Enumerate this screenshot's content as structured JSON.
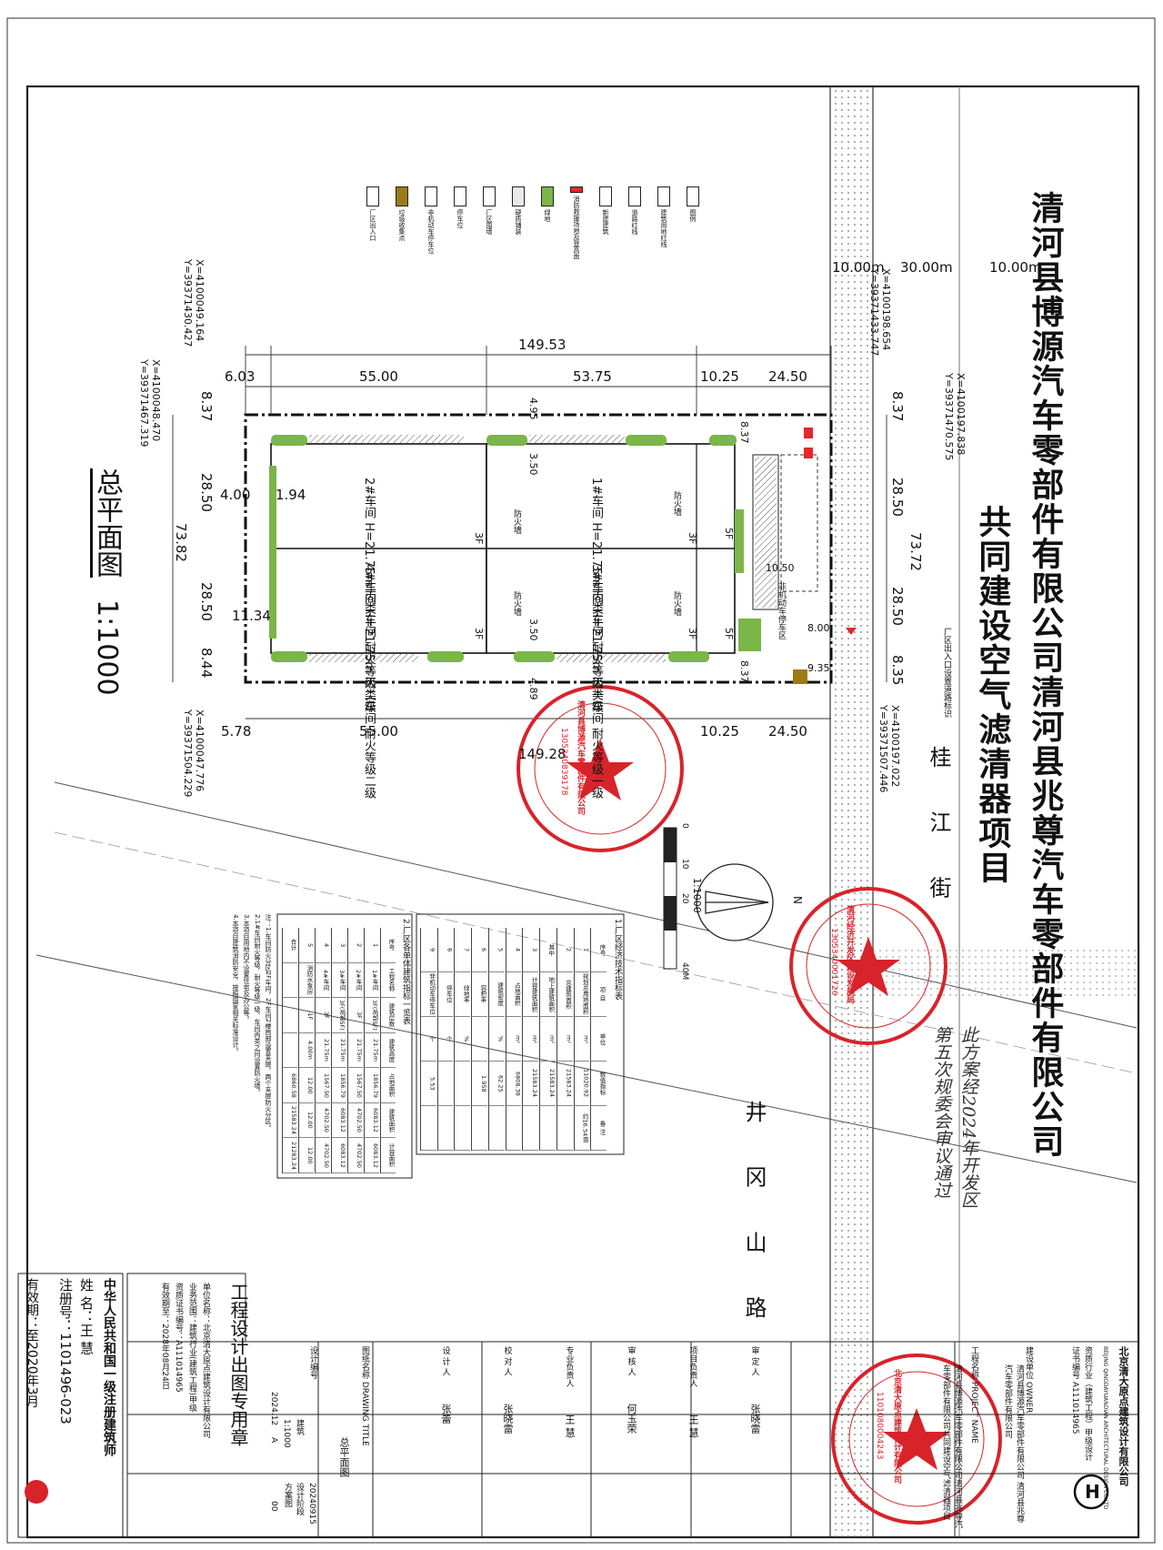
{
  "title": {
    "company_line": "清河县博源汽车零部件有限公司清河县兆尊汽车零部件有限公司",
    "project_line": "共同建设空气滤清器项目"
  },
  "plan_title": "总平面图",
  "plan_scale": "1:1000",
  "legend": {
    "items": [
      {
        "label": "图例",
        "swatch": "#ffffff"
      },
      {
        "label": "建筑用地红线",
        "swatch": "#ffffff"
      },
      {
        "label": "道路红线",
        "swatch": "#ffffff"
      },
      {
        "label": "新建建筑",
        "swatch": "#ffffff"
      },
      {
        "label": "消防救援场地及登高面",
        "swatch": "#e8262d"
      },
      {
        "label": "绿地",
        "swatch": "#7ab648"
      },
      {
        "label": "硬质铺装",
        "swatch": "#e9e9e9"
      },
      {
        "label": "厂区围墙",
        "swatch": "#ffffff"
      },
      {
        "label": "停车位",
        "swatch": "#ffffff"
      },
      {
        "label": "非机动车停车位",
        "swatch": "#ffffff"
      },
      {
        "label": "垃圾收集点",
        "swatch": "#9b7b14"
      },
      {
        "label": "厂区出入口",
        "swatch": "#ffffff"
      }
    ]
  },
  "road_widths": [
    "10.00m",
    "30.00m",
    "10.00m"
  ],
  "coordinates": [
    "X=4100198.654",
    "Y=39371433.747",
    "X=4100197.838",
    "Y=39371470.575",
    "X=4100049.164",
    "Y=39371430.427",
    "X=4100048.470",
    "Y=39371467.319",
    "X=4100047.776",
    "Y=39371504.229",
    "X=4100197.022",
    "Y=39371507.446"
  ],
  "dimensions": {
    "total_length": "149.53",
    "top_segments": [
      "6.03",
      "55.00",
      "53.75",
      "10.25",
      "24.50"
    ],
    "bottom_segments": [
      "5.78",
      "55.00",
      "149.28",
      "10.25",
      "24.50"
    ],
    "left_segments": [
      "8.37",
      "28.50",
      "4.00",
      "73.82",
      "28.50",
      "11.34",
      "8.44"
    ],
    "right_segments": [
      "8.37",
      "28.50",
      "73.72",
      "28.50",
      "8.35"
    ],
    "inner": [
      "4.95",
      "3.50",
      "1.94",
      "3.50",
      "4.89",
      "10.50",
      "8.00",
      "9.35",
      "8.37",
      "8.37"
    ]
  },
  "buildings": [
    {
      "name": "1#车间",
      "height": "H=21.75m",
      "class": "丙类车间",
      "rating": "耐火等级一级",
      "floors": "3F"
    },
    {
      "name": "2#车间",
      "height": "H=21.75m",
      "class": "丙类车间",
      "rating": "耐火等级二级",
      "floors": "3F"
    },
    {
      "name": "3#车间",
      "height": "H=21.75m",
      "class": "丙类车间",
      "rating": "耐火等级一级",
      "floors": "3F"
    },
    {
      "name": "4#车间",
      "height": "H=21.75m",
      "class": "丙类车间",
      "rating": "耐火等级二级",
      "floors": "3F"
    }
  ],
  "firewall_label": "防火墙",
  "five_floor_label": "5F",
  "parking_label": "非机动车停车区",
  "entrance_label": "厂区出入口设置道路标识",
  "streets": {
    "east": "桂 江 街",
    "south": "井 冈 山 路"
  },
  "scale_bar": {
    "ticks": [
      "0",
      "10",
      "20",
      "40M"
    ],
    "ratio": "1:1000",
    "north": "N"
  },
  "tables": {
    "table1_title": "1.厂区经济技术指标表",
    "table1_headers": [
      "序号",
      "项 目",
      "单位",
      "数值指标",
      "备 注"
    ],
    "table1_rows": [
      [
        "1",
        "规划总用地面积",
        "m²",
        "11020.92",
        "约16.54亩"
      ],
      [
        "2",
        "总建筑面积",
        "m²",
        "21583.24",
        ""
      ],
      [
        "其中",
        "地上建筑面积",
        "m²",
        "21583.24",
        ""
      ],
      [
        "3",
        "计容建筑面积",
        "m²",
        "21583.24",
        ""
      ],
      [
        "4",
        "占地面积",
        "m²",
        "6808.38",
        ""
      ],
      [
        "5",
        "建筑密度",
        "%",
        "62.25",
        ""
      ],
      [
        "6",
        "容积率",
        "",
        "1.958",
        ""
      ],
      [
        "7",
        "绿地率",
        "%",
        "",
        ""
      ],
      [
        "8",
        "停车位",
        "个",
        "",
        ""
      ],
      [
        "9",
        "非机动车停车位",
        "个",
        "5.53",
        ""
      ]
    ],
    "table2_title": "2.厂区各单体建筑指标一览表",
    "table2_headers": [
      "序号",
      "工程名称",
      "建筑层数",
      "建筑高度",
      "占地面积",
      "建筑面积",
      "计容面积"
    ],
    "table2_rows": [
      [
        "1",
        "1#车间",
        "3F(局部5F)",
        "21.75m",
        "1856.79",
        "6083.12",
        "6083.12"
      ],
      [
        "2",
        "2#车间",
        "3F",
        "21.75m",
        "1567.50",
        "4702.50",
        "4702.50"
      ],
      [
        "3",
        "3#车间",
        "3F(局部5F)",
        "21.75m",
        "1856.79",
        "6083.12",
        "6083.12"
      ],
      [
        "4",
        "4#车间",
        "3F",
        "21.75m",
        "1567.50",
        "4702.50",
        "4702.50"
      ],
      [
        "5",
        "消防水泵房",
        "-1F",
        "4.00m",
        "12.00",
        "12.00",
        "12.00"
      ],
      [
        "合计",
        "",
        "",
        "",
        "6860.58",
        "21583.24",
        "21283.24"
      ]
    ],
    "notes": [
      "注：1.车间防火分区2F车间，2F车间2楼局部设置夹层，两个夹层防火分区。",
      "2.1#车间耐火等级，耐火等级一级，车间丙类之间设置防火墙。",
      "3.本项目用地内不设置住宅及办公等。",
      "4.本项目建筑消防安全，按照国家相关标准设计。"
    ]
  },
  "stamps": {
    "company_seal": "清河县博源汽车零部件有限公司",
    "company_seal_no": "1305340839178",
    "bureau_seal": "清河经济开发区建设发展局",
    "bureau_seal_no": "1305340001726",
    "design_seal": "北京清大原点建筑设计有限公司",
    "design_seal_no": "1101080004243"
  },
  "handwritten_note": "此方案经2024年开发区第五次规委会审议通过",
  "title_block": {
    "firm_name": "北京清大原点建筑设计有限公司",
    "firm_name_en": "BEIJING QINGDAYUANDIAN ARCHITECTURAL DESIGN CO.LTD",
    "qualification": "资质行业（建筑工程）甲级设计",
    "cert_no": "证书编号 A111014965",
    "owner_label": "建设单位 OWNER",
    "owner_value": "清河县博源汽车零部件有限公司 清河县兆尊汽车零部件有限公司",
    "project_label": "工程名称 PROJECT NAME",
    "project_value": "清河县博源汽车零部件有限公司清河县兆尊汽车零部件有限公司共同建设空气滤清器项目",
    "roles": [
      {
        "role": "审 定 人",
        "name": "张晓雷"
      },
      {
        "role": "项目负责人",
        "name": "王 慧"
      },
      {
        "role": "审 核 人",
        "name": "何玉荣"
      },
      {
        "role": "专业负责人",
        "name": "王 慧"
      },
      {
        "role": "校 对 人",
        "name": "张晓雷"
      },
      {
        "role": "设 计 人",
        "name": "张蕾"
      }
    ],
    "drawing_title_label": "图纸名称 DRAWING TITLE",
    "drawing_title": "总平面图",
    "design_no_label": "设计编号",
    "design_no": "20240915",
    "stage_label": "设计阶段",
    "stage": "方案图",
    "discipline": "建筑",
    "scale": "1:1000",
    "date": "2024.12",
    "version": "A",
    "sheet_no": "00",
    "seal_box_title": "工程设计出图专用章",
    "seal_unit": "单位名称：北京清大原点建筑设计有限公司",
    "seal_scope": "业务范围：建筑行业(建筑工程)甲级",
    "seal_cert": "资质证书编号：A111014965",
    "seal_valid": "有效期至：2028年08月24日",
    "architect_title": "中华人民共和国一级注册建筑师",
    "architect_name_label": "姓 名：",
    "architect_name": "王 慧",
    "architect_reg_label": "注册号：",
    "architect_reg": "1101496-023",
    "architect_valid_label": "有效期：",
    "architect_valid": "至2020年3月"
  }
}
